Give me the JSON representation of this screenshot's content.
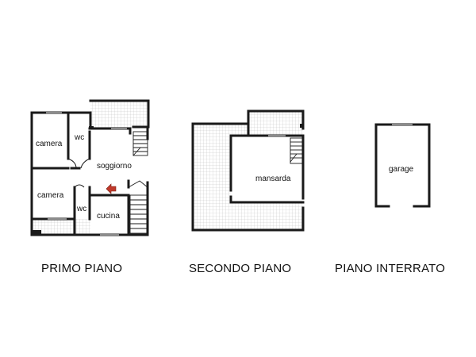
{
  "floors": [
    {
      "caption": "PRIMO PIANO",
      "rooms": {
        "camera_top": "camera",
        "wc_top": "wc",
        "soggiorno": "soggiorno",
        "camera_bottom": "camera",
        "wc_bottom": "wc",
        "cucina": "cucina"
      }
    },
    {
      "caption": "SECONDO PIANO",
      "rooms": {
        "mansarda": "mansarda"
      }
    },
    {
      "caption": "PIANO INTERRATO",
      "rooms": {
        "garage": "garage"
      }
    }
  ],
  "colors": {
    "wall": "#1a1a1a",
    "grid": "#c4c4c4",
    "arrow": "#c0392b"
  }
}
